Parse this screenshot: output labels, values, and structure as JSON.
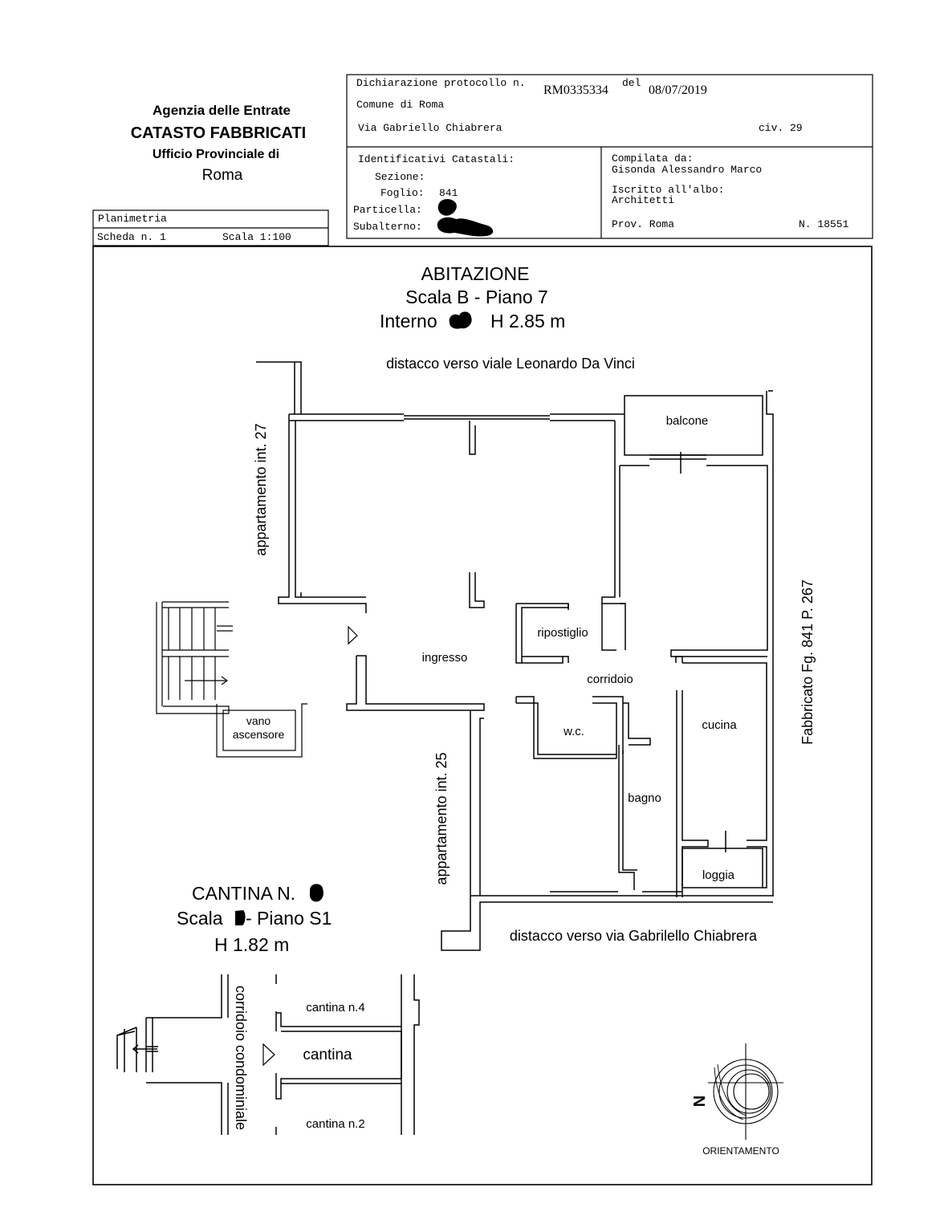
{
  "agency": {
    "line1": "Agenzia delle Entrate",
    "line2": "CATASTO FABBRICATI",
    "line3": "Ufficio Provinciale di",
    "line4": "Roma"
  },
  "declaration": {
    "label": "Dichiarazione protocollo n.",
    "protocol": "RM0335334",
    "date_label": "del",
    "date": "08/07/2019",
    "comune": "Comune di Roma",
    "street": "Via Gabriello Chiabrera",
    "civ": "civ. 29"
  },
  "identifiers": {
    "title": "Identificativi Catastali:",
    "sezione": "Sezione:",
    "foglio_label": "Foglio:",
    "foglio": "841",
    "particella": "Particella:",
    "subalterno": "Subalterno:"
  },
  "compiler": {
    "label": "Compilata da:",
    "name": "Gisonda Alessandro Marco",
    "albo_label": "Iscritto all'albo:",
    "albo": "Architetti",
    "prov": "Prov. Roma",
    "number": "N. 18551"
  },
  "sheet": {
    "title": "Planimetria",
    "scheda": "Scheda n. 1",
    "scala": "Scala 1:100"
  },
  "abitazione": {
    "title": "ABITAZIONE",
    "line2": "Scala B - Piano 7",
    "interno": "Interno",
    "height": "H 2.85 m"
  },
  "labels": {
    "top_distacco": "distacco verso viale Leonardo Da Vinci",
    "bottom_distacco": "distacco verso via Gabrilello Chiabrera",
    "app27": "appartamento int. 27",
    "app25": "appartamento int. 25",
    "fabbricato": "Fabbricato Fg. 841 P. 267",
    "balcone": "balcone",
    "ripostiglio": "ripostiglio",
    "ingresso": "ingresso",
    "corridoio": "corridoio",
    "wc": "w.c.",
    "cucina": "cucina",
    "bagno": "bagno",
    "loggia": "loggia",
    "vano1": "vano",
    "vano2": "ascensore"
  },
  "cantina": {
    "title": "CANTINA N.",
    "scala_a": "Scala ",
    "scala_b": " - Piano S1",
    "height": "H  1.82 m",
    "corridoio": "corridoio condominiale",
    "n4": "cantina n.4",
    "main": "cantina",
    "n2": "cantina n.2"
  },
  "orientation": {
    "label": "ORIENTAMENTO",
    "north": "N"
  }
}
